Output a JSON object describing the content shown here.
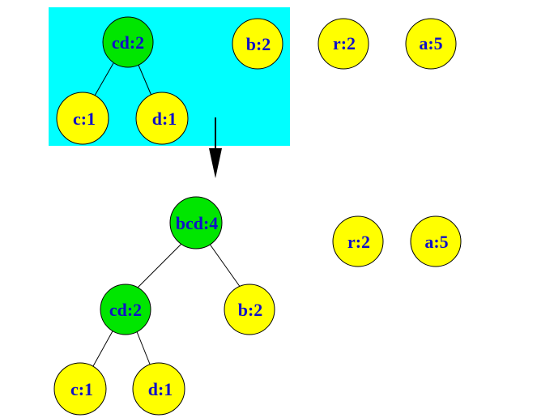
{
  "colors": {
    "highlight": "#00ffff",
    "leaf_fill": "#ffff00",
    "internal_fill": "#00e600",
    "label": "#1010c8",
    "edge": "#000000",
    "node_stroke": "#000000"
  },
  "top": {
    "nodes": {
      "cd": {
        "label": "cd:2"
      },
      "c": {
        "label": "c:1"
      },
      "d": {
        "label": "d:1"
      },
      "b": {
        "label": "b:2"
      },
      "r": {
        "label": "r:2"
      },
      "a": {
        "label": "a:5"
      }
    }
  },
  "bottom": {
    "nodes": {
      "bcd": {
        "label": "bcd:4"
      },
      "cd": {
        "label": "cd:2"
      },
      "b": {
        "label": "b:2"
      },
      "c": {
        "label": "c:1"
      },
      "d": {
        "label": "d:1"
      },
      "r": {
        "label": "r:2"
      },
      "a": {
        "label": "a:5"
      }
    }
  }
}
